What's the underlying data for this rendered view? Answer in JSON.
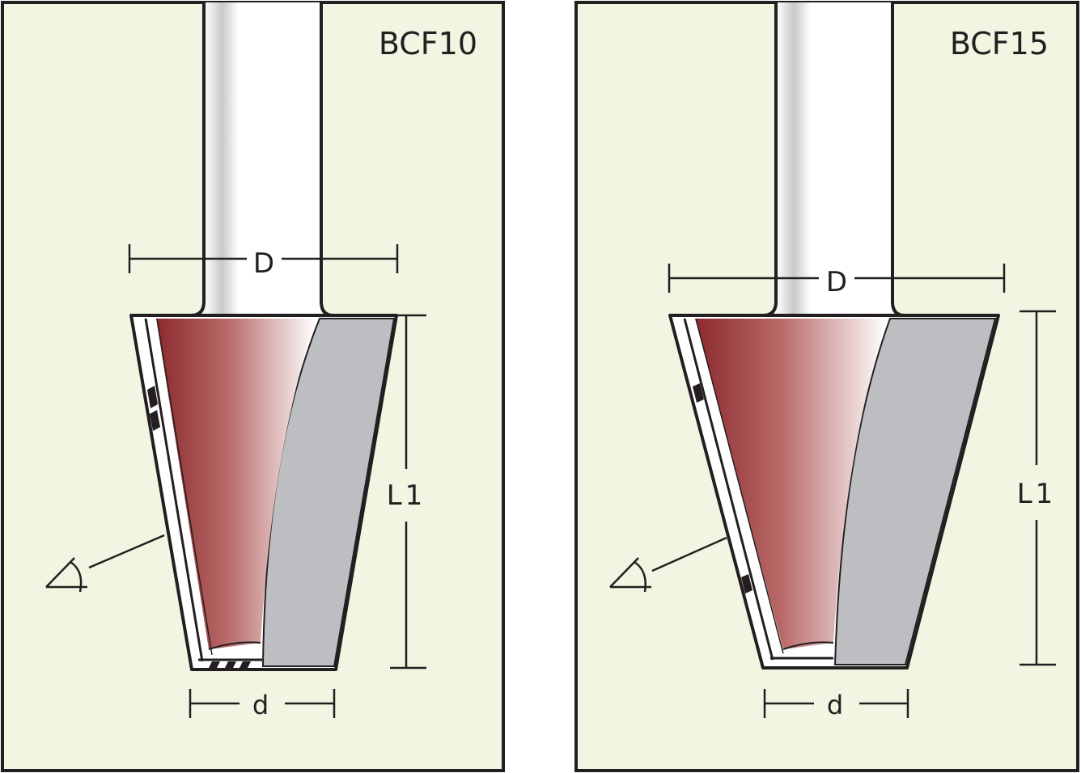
{
  "colors": {
    "panel_bg": "#f1f5e1",
    "outline": "#231f20",
    "flute_dark": "#8c2a2e",
    "flute_light": "#ffffff",
    "carbide_grey": "#bcbec1",
    "shank_white": "#ffffff",
    "shank_shade": "#c8c9cb"
  },
  "panels": [
    {
      "code": "BCF10",
      "labels": {
        "diameter": "D",
        "length": "L1",
        "tip_diameter": "d"
      }
    },
    {
      "code": "BCF15",
      "labels": {
        "diameter": "D",
        "length": "L1",
        "tip_diameter": "d"
      }
    }
  ]
}
